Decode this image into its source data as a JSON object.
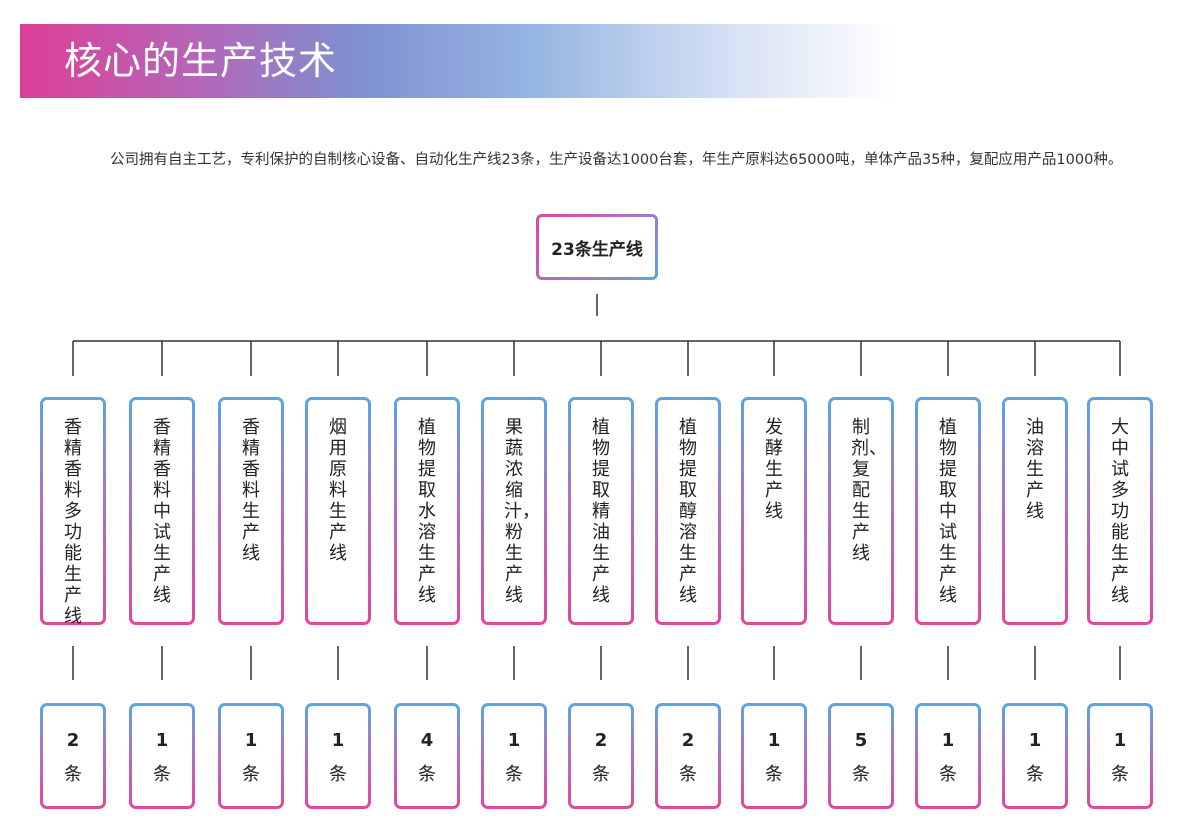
{
  "header": {
    "title": "核心的生产技术"
  },
  "intro": "公司拥有自主工艺，专利保护的自制核心设备、自动化生产线23条，生产设备达1000台套，年生产原料达65000吨，单体产品35种，复配应用产品1000种。",
  "root": {
    "label": "23条生产线"
  },
  "lines": [
    {
      "label": "香精香料多功能生产线",
      "count": "2",
      "unit": "条"
    },
    {
      "label": "香精香料中试生产线",
      "count": "1",
      "unit": "条"
    },
    {
      "label": "香精香料生产线",
      "count": "1",
      "unit": "条"
    },
    {
      "label": "烟用原料生产线",
      "count": "1",
      "unit": "条"
    },
    {
      "label": "植物提取水溶生产线",
      "count": "4",
      "unit": "条"
    },
    {
      "label": "果蔬浓缩汁，粉生产线",
      "count": "1",
      "unit": "条"
    },
    {
      "label": "植物提取精油生产线",
      "count": "2",
      "unit": "条"
    },
    {
      "label": "植物提取醇溶生产线",
      "count": "2",
      "unit": "条"
    },
    {
      "label": "发酵生产线",
      "count": "1",
      "unit": "条"
    },
    {
      "label": "制剂、复配生产线",
      "count": "5",
      "unit": "条"
    },
    {
      "label": "植物提取中试生产线",
      "count": "1",
      "unit": "条"
    },
    {
      "label": "油溶生产线",
      "count": "1",
      "unit": "条"
    },
    {
      "label": "大中试多功能生产线",
      "count": "1",
      "unit": "条"
    }
  ],
  "colors": {
    "pink": "#e0479b",
    "blue": "#5aa6e4",
    "line": "#333333"
  }
}
